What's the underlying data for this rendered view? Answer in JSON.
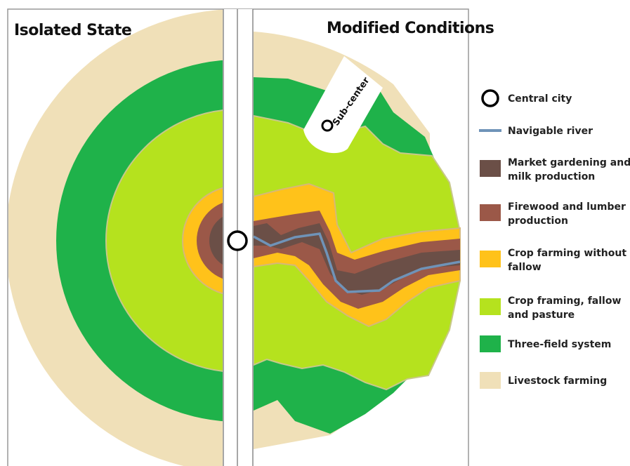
{
  "panels": {
    "left_title": "Isolated State",
    "right_title": "Modified Conditions",
    "sub_center_label": "Sub-center"
  },
  "legend": [
    {
      "key": "central-city",
      "label_lines": [
        "Central city"
      ],
      "swatch": "circle",
      "color": "#000000"
    },
    {
      "key": "navigable-river",
      "label_lines": [
        "Navigable river"
      ],
      "swatch": "line",
      "color": "#6f93b8"
    },
    {
      "key": "market-gardening",
      "label_lines": [
        "Market gardening and",
        "milk production"
      ],
      "swatch": "box",
      "color": "#6b4f47"
    },
    {
      "key": "firewood-lumber",
      "label_lines": [
        "Firewood and lumber",
        "production"
      ],
      "swatch": "box",
      "color": "#9b5848"
    },
    {
      "key": "crop-no-fallow",
      "label_lines": [
        "Crop farming without",
        "fallow"
      ],
      "swatch": "box",
      "color": "#ffc21a"
    },
    {
      "key": "crop-fallow-pasture",
      "label_lines": [
        "Crop framing, fallow",
        "and pasture"
      ],
      "swatch": "box",
      "color": "#b5e21e"
    },
    {
      "key": "three-field",
      "label_lines": [
        "Three-field system"
      ],
      "swatch": "box",
      "color": "#1fb24a"
    },
    {
      "key": "livestock",
      "label_lines": [
        "Livestock farming"
      ],
      "swatch": "box",
      "color": "#f0e0b8"
    }
  ]
}
